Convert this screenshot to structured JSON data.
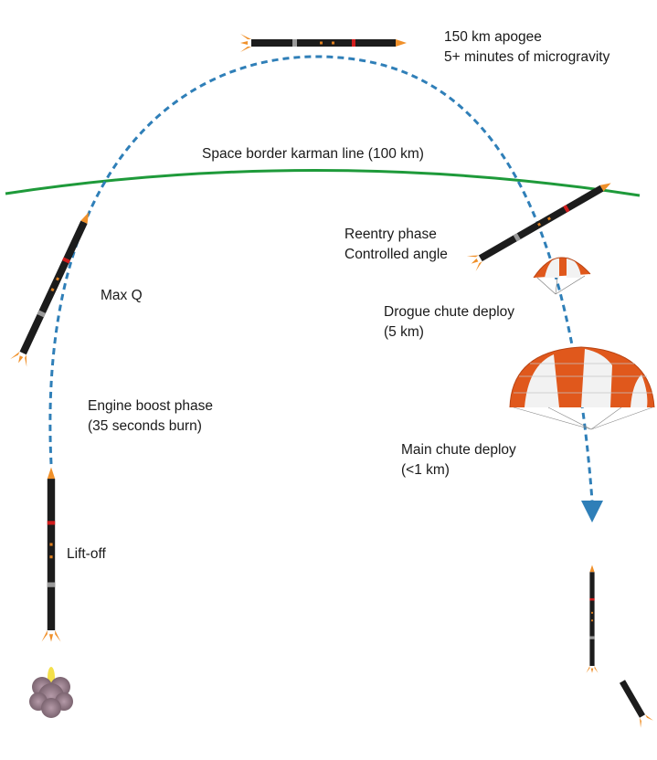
{
  "labels": {
    "apogee_line1": "150 km apogee",
    "apogee_line2": "5+ minutes of microgravity",
    "karman": "Space border karman line (100 km)",
    "reentry_line1": "Reentry phase",
    "reentry_line2": "Controlled angle",
    "maxq": "Max Q",
    "drogue_line1": "Drogue chute deploy",
    "drogue_line2": "(5 km)",
    "boost_line1": "Engine boost phase",
    "boost_line2": "(35 seconds burn)",
    "main_line1": "Main chute deploy",
    "main_line2": "(<1 km)",
    "liftoff": "Lift-off"
  },
  "colors": {
    "trajectory": "#2f7fb8",
    "karman_line": "#1e9a3a",
    "rocket_body": "#1c1c1c",
    "rocket_fin": "#f0902a",
    "chute_orange": "#e0581c",
    "chute_white": "#f2f2f2",
    "smoke": "#9a7d8c",
    "text": "#1a1a1a"
  }
}
